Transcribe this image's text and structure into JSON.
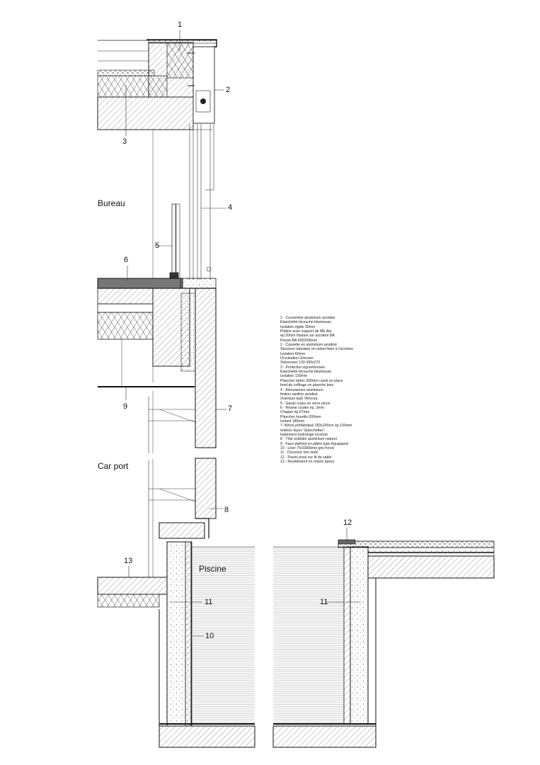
{
  "rooms": {
    "bureau": "Bureau",
    "car_port": "Car port",
    "piscine": "Piscine"
  },
  "callouts": [
    "1",
    "2",
    "3",
    "4",
    "5",
    "6",
    "7",
    "8",
    "9",
    "10",
    "11",
    "11",
    "12",
    "13"
  ],
  "legend": [
    "1 - Couvertine aluminium anodisé",
    "Etanchéité bicouche bitumeuse",
    "Isolation rigide 30mm",
    "Platine acier support de ME Alu",
    "ép.20mm fixation sur acrotère BA",
    "Poutre BA 600/200mm",
    "2 - Cassette en aluminium anodisé",
    "Structure tubulaire en métal fixée à l'acrotère",
    "Isolation 60mm",
    "Occultation  Griesser",
    "Sobscreen 130   430x270",
    "3 - Protection égravillonnée",
    "Etanchéité bicouche bitumeuse",
    "Isolation 120mm",
    "Plancher béton 200mm coulé en place",
    "fond de coffrage en planche bois",
    "4 - Menuiseries aluminium",
    "finition sanfiné anodisé",
    "2vantaux type Vitrocsa",
    "5 - Garde corps en verre pincé",
    "6 - Résine coulée ép. 3mm",
    "Chappe ép.67mm",
    "Plancher hourdis 200mm",
    "Isolant 180mm",
    "7- Béton préfabriqué 253x290cm ép.150mm",
    "matrice façon \"planchettes\"",
    "traitement hydrofuge incolore",
    "8 - Tôle ondulée aluminium naturel",
    "9 - Faux plafond en plâtre type Aquapanel",
    "10 - Liner 75/1000ème gris foncé",
    "11 - Ducomur non isolé",
    "12 - Pavés posé sur lit de sable",
    "13 - Revêtement en résine époxy"
  ]
}
